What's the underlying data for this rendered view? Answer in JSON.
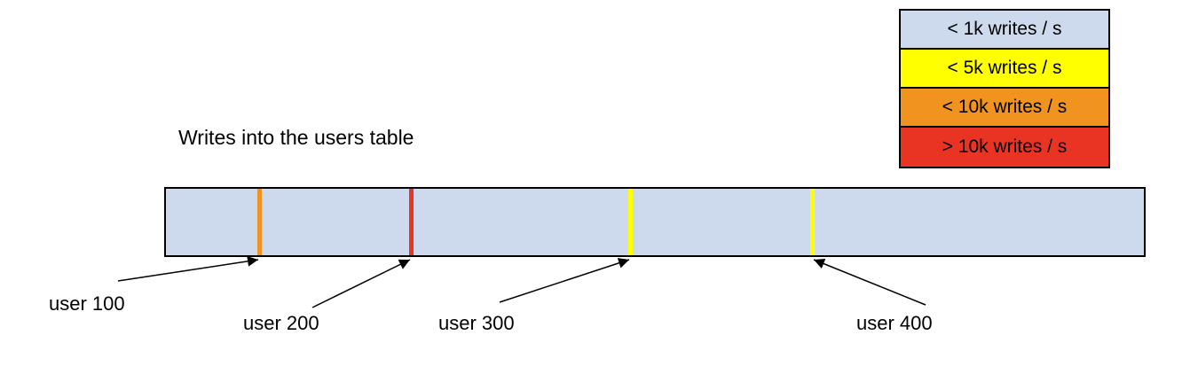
{
  "title": "Writes into the users table",
  "legend": {
    "items": [
      {
        "label": "< 1k writes / s",
        "color": "#cdd9ed"
      },
      {
        "label": "< 5k writes / s",
        "color": "#ffff00"
      },
      {
        "label": "< 10k writes / s",
        "color": "#f0941f"
      },
      {
        "label": "> 10k writes / s",
        "color": "#e93323"
      }
    ]
  },
  "bar": {
    "fill": "#cdd9ed",
    "marks": [
      {
        "id": "user 100",
        "color": "#f0941f"
      },
      {
        "id": "user 200",
        "color": "#e93323"
      },
      {
        "id": "user 300",
        "color": "#ffff00"
      },
      {
        "id": "user 400",
        "color": "#ffff00"
      }
    ]
  },
  "labels": {
    "user100": "user 100",
    "user200": "user 200",
    "user300": "user 300",
    "user400": "user 400"
  }
}
